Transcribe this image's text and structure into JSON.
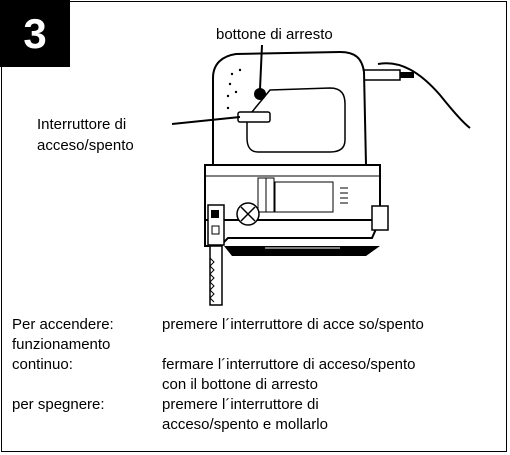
{
  "step_number": "3",
  "callouts": {
    "stop_button": "bottone di arresto",
    "switch_line1": "Interruttore di",
    "switch_line2": "acceso/spento"
  },
  "instructions": [
    {
      "label": "Per accendere:",
      "text": "premere l´interruttore di acce so/spento"
    },
    {
      "label": "funzionamento",
      "text": ""
    },
    {
      "label": "continuo:",
      "text": "fermare l´interruttore di acceso/spento"
    },
    {
      "label": "",
      "text": "con il bottone di arresto"
    },
    {
      "label": "per spegnere:",
      "text": "premere l´interruttore di"
    },
    {
      "label": "",
      "text": "acceso/spento e mollarlo"
    }
  ]
}
